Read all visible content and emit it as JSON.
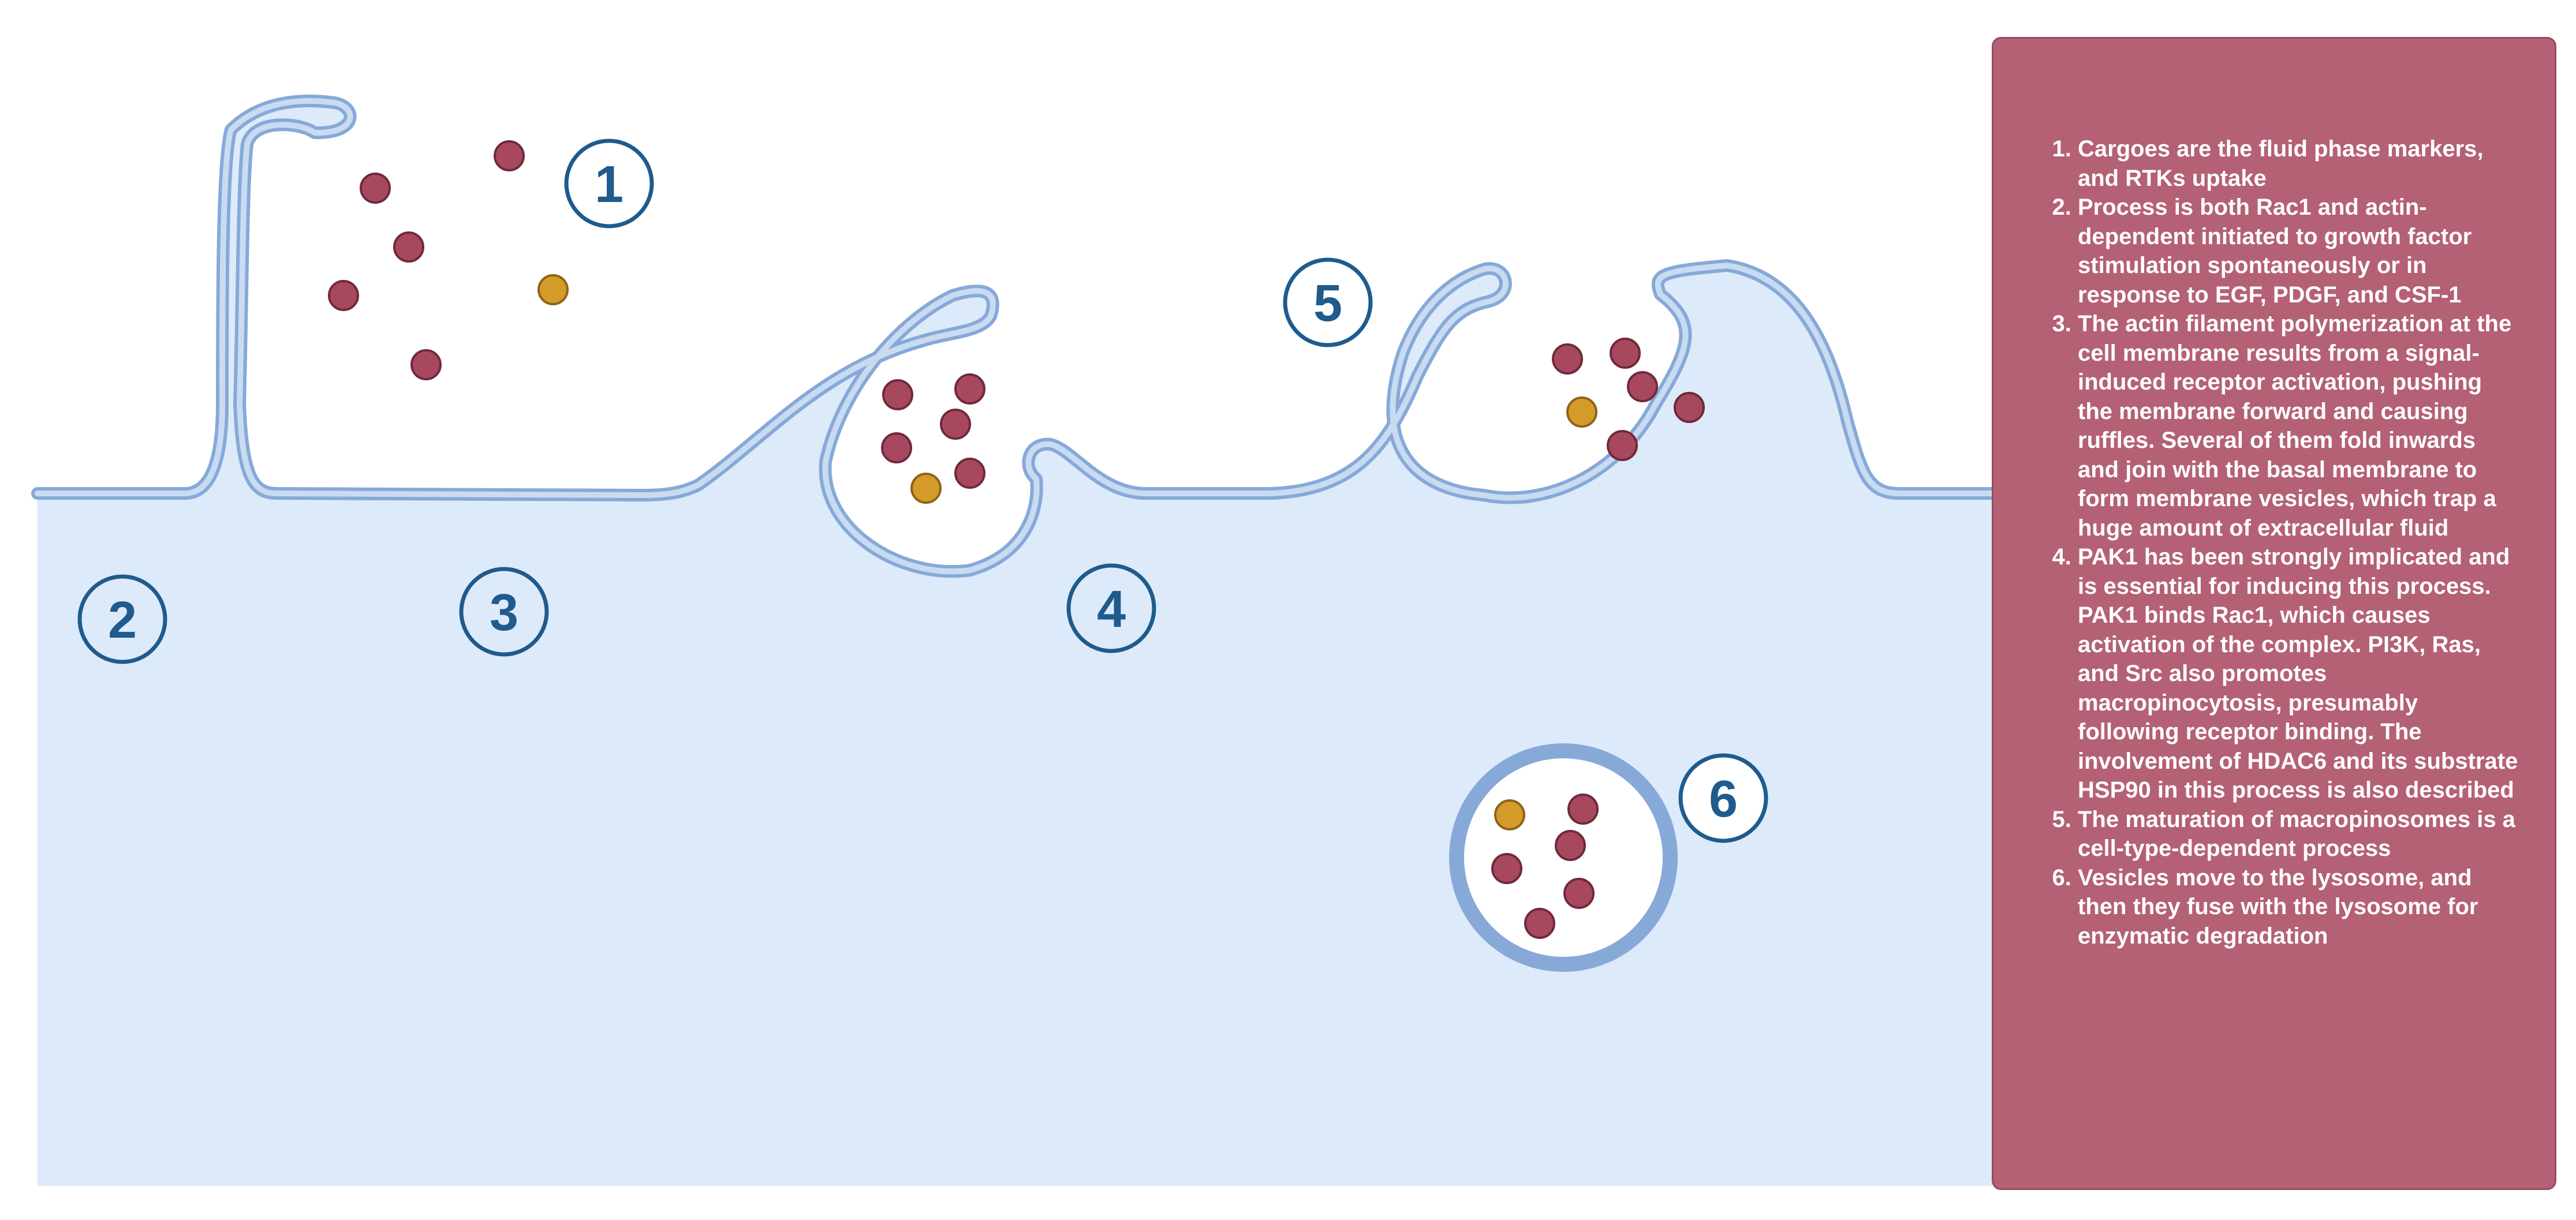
{
  "palette": {
    "cytoplasm": "#ddeafa",
    "membrane": "#86a9d8",
    "membrane_inner": "#c9dbf1",
    "cargo": "#a8485f",
    "cargo_gold": "#d49a2a",
    "label_color": "#1f5b8c",
    "panel": "#b46075"
  },
  "steps": [
    {
      "id": "1",
      "text": "1"
    },
    {
      "id": "2",
      "text": "2"
    },
    {
      "id": "3",
      "text": "3"
    },
    {
      "id": "4",
      "text": "4"
    },
    {
      "id": "5",
      "text": "5"
    },
    {
      "id": "6",
      "text": "6"
    }
  ],
  "legend": {
    "items": [
      "Cargoes are the fluid phase markers, and RTKs uptake",
      "Process is both Rac1 and actin-dependent initiated to growth factor stimulation  spontaneously or in response to EGF, PDGF, and CSF-1",
      "The actin filament polymerization at the cell membrane results from a signal-induced receptor activation, pushing the membrane forward and causing ruffles. Several of them fold inwards and join with the basal membrane to form membrane vesicles, which trap a huge amount of extracellular fluid",
      "PAK1 has been strongly implicated and is essential for inducing this process. PAK1 binds Rac1, which causes activation of the complex. PI3K, Ras, and Src also promotes macropinocytosis, presumably following receptor binding. The involvement of HDAC6 and its substrate HSP90 in this process is also described",
      "The maturation of macropinosomes is a cell-type-dependent process",
      "Vesicles move to the lysosome, and then they fuse with the lysosome for enzymatic degradation"
    ]
  }
}
